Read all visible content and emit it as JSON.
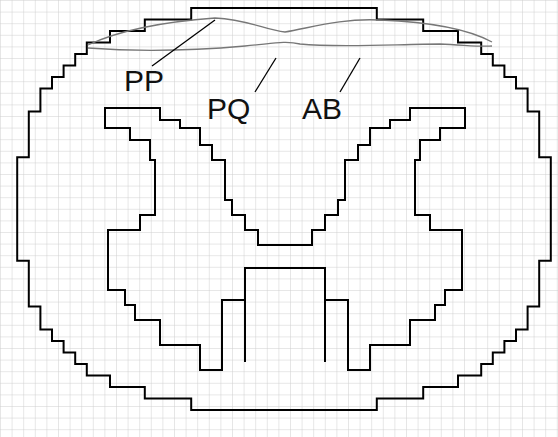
{
  "diagram": {
    "labels": [
      "PP",
      "PQ",
      "AB"
    ]
  }
}
